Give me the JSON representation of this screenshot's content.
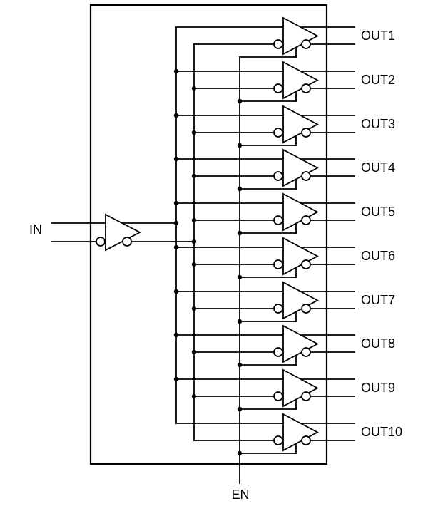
{
  "labels": {
    "input": "IN",
    "enable": "EN",
    "outputs": [
      "OUT1",
      "OUT2",
      "OUT3",
      "OUT4",
      "OUT5",
      "OUT6",
      "OUT7",
      "OUT8",
      "OUT9",
      "OUT10"
    ]
  },
  "colors": {
    "line": "#000000",
    "background": "#ffffff"
  }
}
